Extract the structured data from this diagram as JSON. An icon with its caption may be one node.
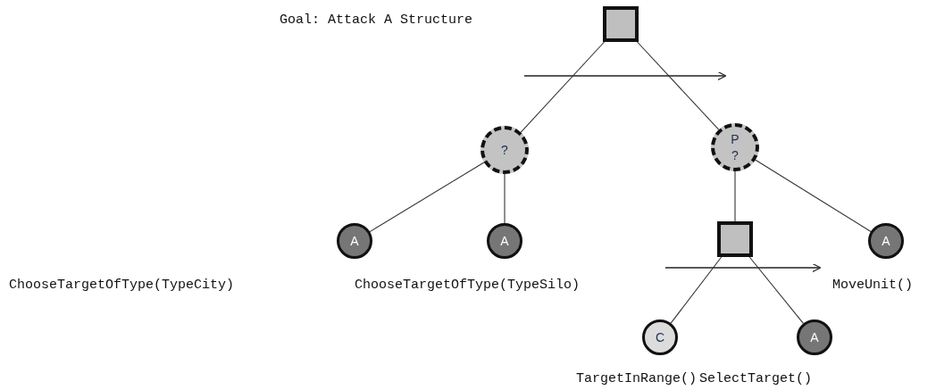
{
  "diagram": {
    "nodes": [
      {
        "text": [],
        "shape": "box"
      },
      {
        "text": [
          "?"
        ]
      },
      {
        "text": [
          "P ?"
        ]
      },
      {
        "text": [
          "A"
        ]
      },
      {
        "text": [
          "A"
        ],
        "beside": [
          "ChooseTargetOfType(TypeSilo)"
        ]
      },
      {
        "text": [],
        "shape": "box"
      },
      {
        "text": [
          "A"
        ],
        "beside": [
          "MoveUnit()"
        ]
      },
      {
        "text": [
          "C"
        ],
        "beside": [
          "TargetInRange()"
        ]
      },
      {
        "text": [
          "A"
        ],
        "beside": [
          "SelectTarget()"
        ]
      }
    ],
    "edges": [
      {
        "from": 0,
        "to": 1,
        "arrow": "none"
      },
      {
        "from": 0,
        "to": 2,
        "arrow": "none"
      },
      {
        "from": 1,
        "to": 3,
        "arrow": "none"
      },
      {
        "from": 1,
        "to": 4,
        "arrow": "none"
      },
      {
        "from": 2,
        "to": 5,
        "arrow": "none"
      },
      {
        "from": 2,
        "to": 6,
        "arrow": "none"
      },
      {
        "from": 5,
        "to": 7,
        "arrow": "none"
      },
      {
        "from": 5,
        "to": 8,
        "arrow": "none"
      }
    ],
    "labels": [
      "Goal: Attack A Structure",
      "ChooseTargetOfType(TypeCity)"
    ]
  }
}
